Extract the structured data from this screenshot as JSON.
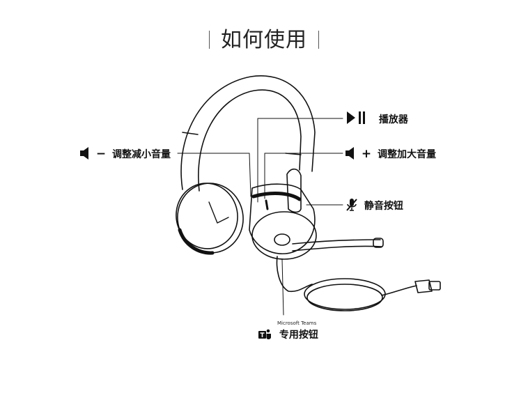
{
  "title": "如何使用",
  "labels": {
    "play": "播放器",
    "vol_up": "调整加大音量",
    "vol_down": "调整减小音量",
    "mute": "静音按钮",
    "teams_brand": "Microsoft Teams",
    "teams_button": "专用按钮"
  },
  "symbols": {
    "plus": "+",
    "minus": "−"
  },
  "icons": [
    "play-pause-icon",
    "volume-icon",
    "mic-mute-icon",
    "teams-icon"
  ],
  "colors": {
    "line": "#111111",
    "teams_icon": "#111111"
  }
}
